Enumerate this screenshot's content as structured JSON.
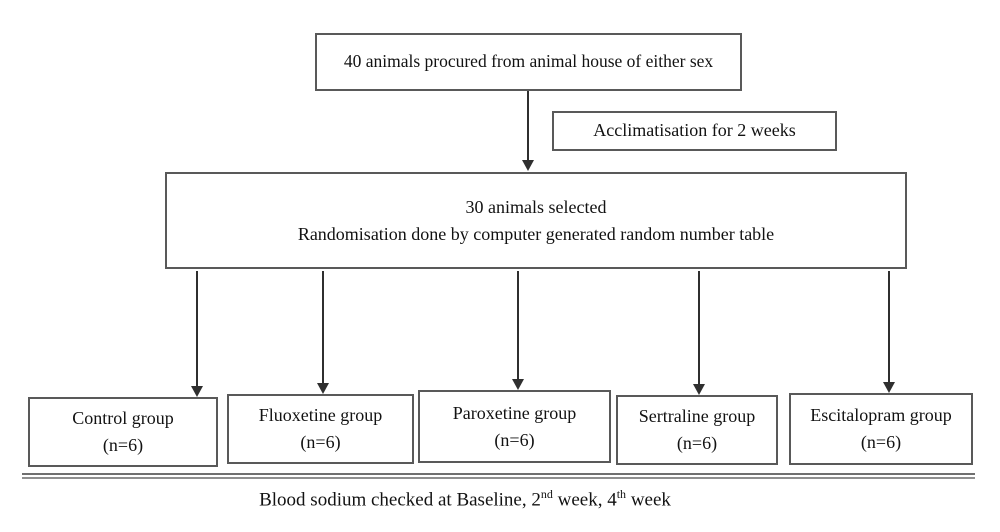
{
  "flow": {
    "procurement_box": {
      "text": "40 animals procured from animal house of either sex"
    },
    "acclimatisation_box": {
      "text": "Acclimatisation for 2 weeks"
    },
    "selection_box": {
      "line1": "30 animals selected",
      "line2": "Randomisation done by computer generated random number table"
    },
    "groups": [
      {
        "name": "Control group",
        "count": "(n=6)"
      },
      {
        "name": "Fluoxetine group",
        "count": "(n=6)"
      },
      {
        "name": "Paroxetine group",
        "count": "(n=6)"
      },
      {
        "name": "Sertraline group",
        "count": "(n=6)"
      },
      {
        "name": "Escitalopram group",
        "count": "(n=6)"
      }
    ],
    "footer": {
      "part1": "Blood sodium checked at Baseline, 2",
      "sup1": "nd",
      "part2": " week, 4",
      "sup2": "th",
      "part3": " week"
    }
  },
  "colors": {
    "background": "#ffffff",
    "box_border": "#595959",
    "text": "#121212",
    "arrow": "#2f2f2f",
    "rule_top": "#6f6f6f",
    "rule_bottom": "#8f8f8f"
  }
}
